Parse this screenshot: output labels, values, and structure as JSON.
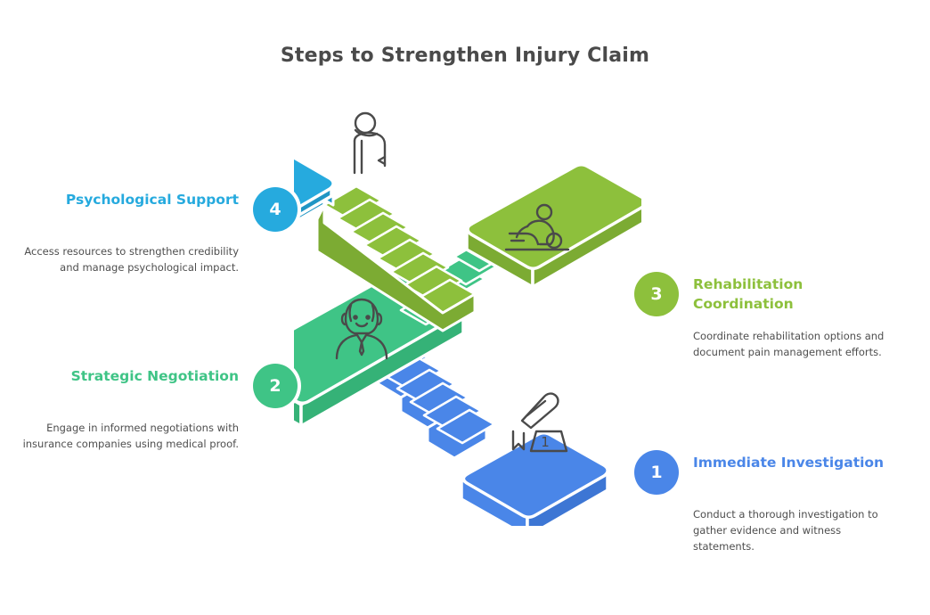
{
  "page": {
    "title": "Steps to Strengthen Injury Claim",
    "background": "#ffffff",
    "title_color": "#4a4a4a",
    "body_text_color": "#4e4e4e"
  },
  "palette": {
    "step1_blue": "#4a86e8",
    "step2_emerald": "#3fc486",
    "step3_green": "#8dc03c",
    "step4_cyan": "#26aade",
    "icon_stroke": "#4a4a4a"
  },
  "steps": [
    {
      "number": "1",
      "title": "Immediate Investigation",
      "description": "Conduct a thorough investigation to gather evidence and witness statements.",
      "color": "#4a86e8",
      "side": "right",
      "icon": "evidence-marker-icon"
    },
    {
      "number": "2",
      "title": "Strategic Negotiation",
      "description": "Engage in informed negotiations with insurance companies using medical proof.",
      "color": "#3fc486",
      "side": "left",
      "icon": "negotiator-person-icon"
    },
    {
      "number": "3",
      "title": "Rehabilitation Coordination",
      "description": "Coordinate rehabilitation options and document pain management efforts.",
      "color": "#8dc03c",
      "side": "right",
      "icon": "physical-therapy-icon"
    },
    {
      "number": "4",
      "title": "Psychological Support",
      "description": "Access resources to strengthen credibility and manage psychological impact.",
      "color": "#26aade",
      "side": "left",
      "icon": "person-head-icon"
    }
  ]
}
